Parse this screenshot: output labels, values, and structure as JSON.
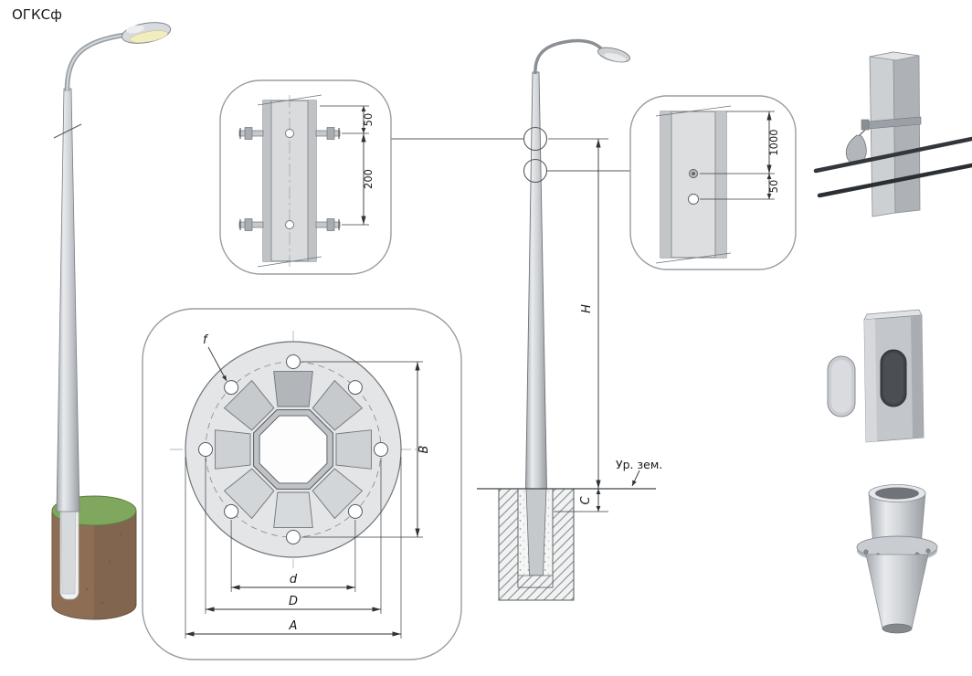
{
  "page": {
    "title": "ОГКСф"
  },
  "colors": {
    "drawing_line": "#5a5f64",
    "dimension_line": "#2f3338",
    "metal_light": "#e6e8ea",
    "metal_dark": "#9aa0a5",
    "soil_brown": "#8d6e55",
    "grass_green": "#7fa75d",
    "cable_black": "#33373b",
    "callout_border": "#989da2"
  },
  "base_weld_detail": {
    "dim_offset": "50",
    "dim_spacing": "200"
  },
  "flange_detail": {
    "hole_label": "f",
    "dim_vertical": "B",
    "dim_inner": "d",
    "dim_bolt_circle": "D",
    "dim_outer": "A"
  },
  "elevation": {
    "dim_height": "H",
    "dim_embed": "C",
    "ground_label": "Ур. зем."
  },
  "upper_detail": {
    "dim_spacing": "1000",
    "dim_offset": "50"
  }
}
